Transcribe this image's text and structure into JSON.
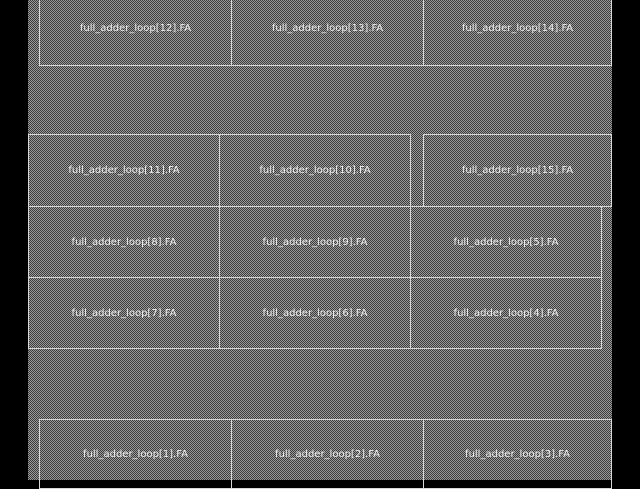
{
  "instances": [
    {
      "label": "full_adder_loop[12].FA"
    },
    {
      "label": "full_adder_loop[13].FA"
    },
    {
      "label": "full_adder_loop[14].FA"
    },
    {
      "label": "full_adder_loop[11].FA"
    },
    {
      "label": "full_adder_loop[10].FA"
    },
    {
      "label": "full_adder_loop[15].FA"
    },
    {
      "label": "full_adder_loop[8].FA"
    },
    {
      "label": "full_adder_loop[9].FA"
    },
    {
      "label": "full_adder_loop[5].FA"
    },
    {
      "label": "full_adder_loop[7].FA"
    },
    {
      "label": "full_adder_loop[6].FA"
    },
    {
      "label": "full_adder_loop[4].FA"
    },
    {
      "label": "full_adder_loop[1].FA"
    },
    {
      "label": "full_adder_loop[2].FA"
    },
    {
      "label": "full_adder_loop[3].FA"
    }
  ]
}
